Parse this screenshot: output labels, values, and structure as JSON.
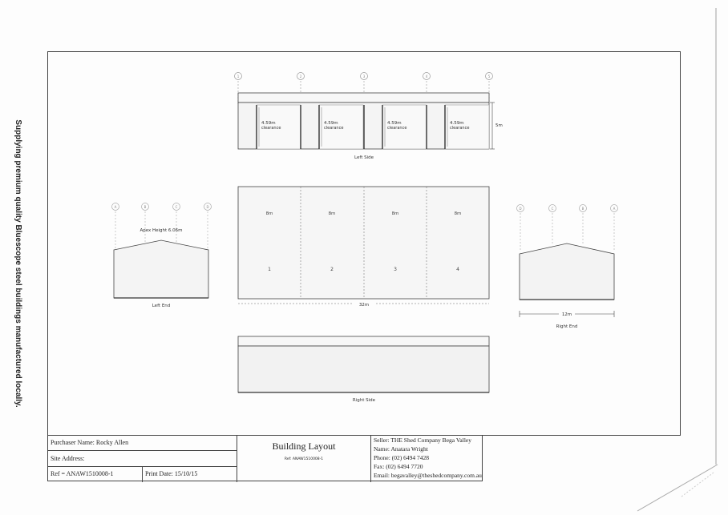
{
  "tagline": "Supplying premium quality Bluescope steel buildings manufactured locally.",
  "grid_markers": {
    "top": [
      "1",
      "2",
      "3",
      "4",
      "5"
    ],
    "left_end": [
      "A",
      "B",
      "C",
      "D"
    ],
    "right_end": [
      "D",
      "C",
      "B",
      "A"
    ]
  },
  "left_side": {
    "label": "Left Side",
    "height_dim": "5m",
    "openings": [
      {
        "size": "4.59m",
        "note": "clearance"
      },
      {
        "size": "4.59m",
        "note": "clearance"
      },
      {
        "size": "4.59m",
        "note": "clearance"
      },
      {
        "size": "4.59m",
        "note": "clearance"
      }
    ]
  },
  "floor_plan": {
    "bays": [
      {
        "width": "8m",
        "number": "1"
      },
      {
        "width": "8m",
        "number": "2"
      },
      {
        "width": "8m",
        "number": "3"
      },
      {
        "width": "8m",
        "number": "4"
      }
    ],
    "total_length": "32m"
  },
  "left_end": {
    "label": "Left End",
    "apex_height": "Apex Height 6.06m"
  },
  "right_end": {
    "label": "Right End",
    "width_dim": "12m"
  },
  "right_side": {
    "label": "Right Side"
  },
  "title_block": {
    "purchaser": "Purchaser Name: Rocky Allen",
    "site_address": "Site Address:",
    "ref": "Ref = ANAW1510008-1",
    "print_date": "Print Date: 15/10/15",
    "title": "Building Layout",
    "sub_ref": "Ref: ANAW1510008-1",
    "seller": "Seller: THE Shed Company Bega Valley",
    "name": "Name: Anatara Wright",
    "phone": "Phone: (02) 6494 7428",
    "fax": "Fax: (02) 6494 7720",
    "email": "Email: begavalley@theshedcompany.com.au"
  }
}
